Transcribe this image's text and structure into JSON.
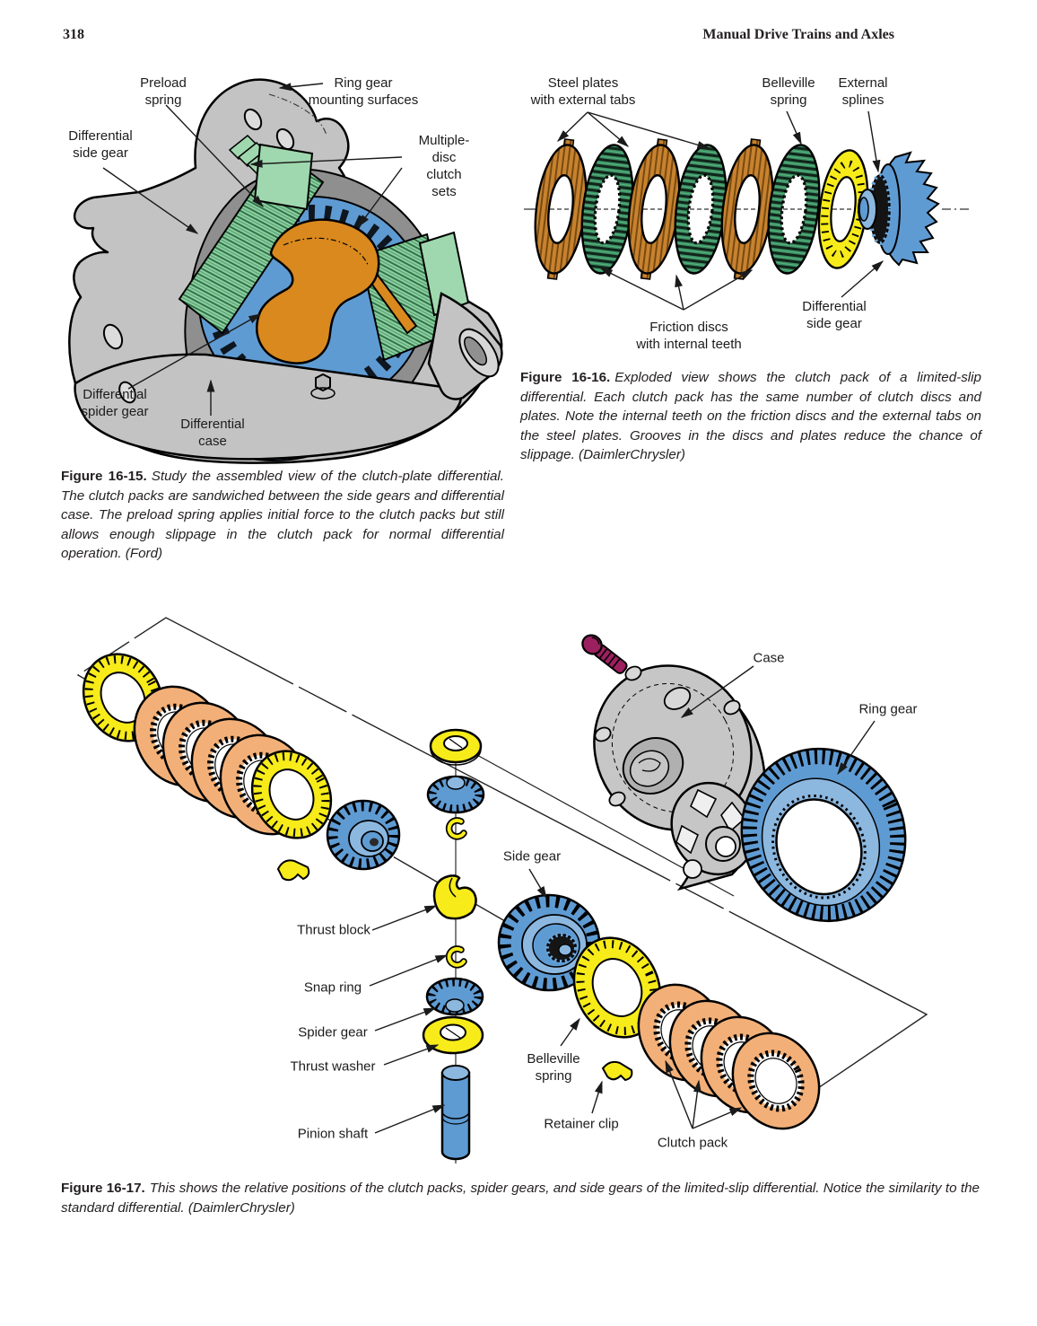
{
  "page": {
    "number": "318",
    "title": "Manual Drive Trains and Axles"
  },
  "colors": {
    "case_gray": "#c3c3c3",
    "gear_blue": "#5f9bd3",
    "pack_green": "#8ccf9e",
    "friction_green": "#3c8f63",
    "spider_orange": "#d9891e",
    "steel_plate_orange": "#c8822f",
    "clutch_peach": "#f2b078",
    "belleville_yellow": "#f7eb1a",
    "bolt_magenta": "#9c2060"
  },
  "fig15": {
    "labels": {
      "preload_spring": "Preload\nspring",
      "ring_gear_mounting": "Ring gear\nmounting surfaces",
      "differential_side_gear": "Differential\nside gear",
      "multiple_disc": "Multiple-disc\nclutch sets",
      "differential_spider_gear": "Differential\nspider gear",
      "differential_case": "Differential\ncase"
    },
    "caption_lead": "Figure 16-15.",
    "caption_body": "Study the assembled view of the clutch-plate differential. The clutch packs are sandwiched between the side gears and differential case. The preload spring applies initial force to the clutch packs but still allows enough slippage in the clutch pack for normal differential operation. (Ford)"
  },
  "fig16": {
    "labels": {
      "steel_plates": "Steel plates\nwith external tabs",
      "belleville_spring": "Belleville\nspring",
      "external_splines": "External\nsplines",
      "friction_discs": "Friction discs\nwith internal teeth",
      "differential_side_gear": "Differential\nside gear"
    },
    "caption_lead": "Figure 16-16.",
    "caption_body": "Exploded view shows the clutch pack of a limited-slip differential. Each clutch pack has the same number of clutch discs and plates. Note the internal teeth on the friction discs and the external tabs on the steel plates. Grooves in the discs and plates reduce the chance of slippage. (DaimlerChrysler)"
  },
  "fig17": {
    "labels": {
      "case": "Case",
      "ring_gear": "Ring gear",
      "side_gear": "Side gear",
      "thrust_block": "Thrust block",
      "snap_ring": "Snap ring",
      "spider_gear": "Spider gear",
      "thrust_washer": "Thrust washer",
      "pinion_shaft": "Pinion shaft",
      "belleville_spring": "Belleville\nspring",
      "retainer_clip": "Retainer clip",
      "clutch_pack": "Clutch pack"
    },
    "caption_lead": "Figure 16-17.",
    "caption_body": "This shows the relative positions of the clutch packs, spider gears, and side gears of the limited-slip differential. Notice the similarity to the standard differential. (DaimlerChrysler)"
  }
}
